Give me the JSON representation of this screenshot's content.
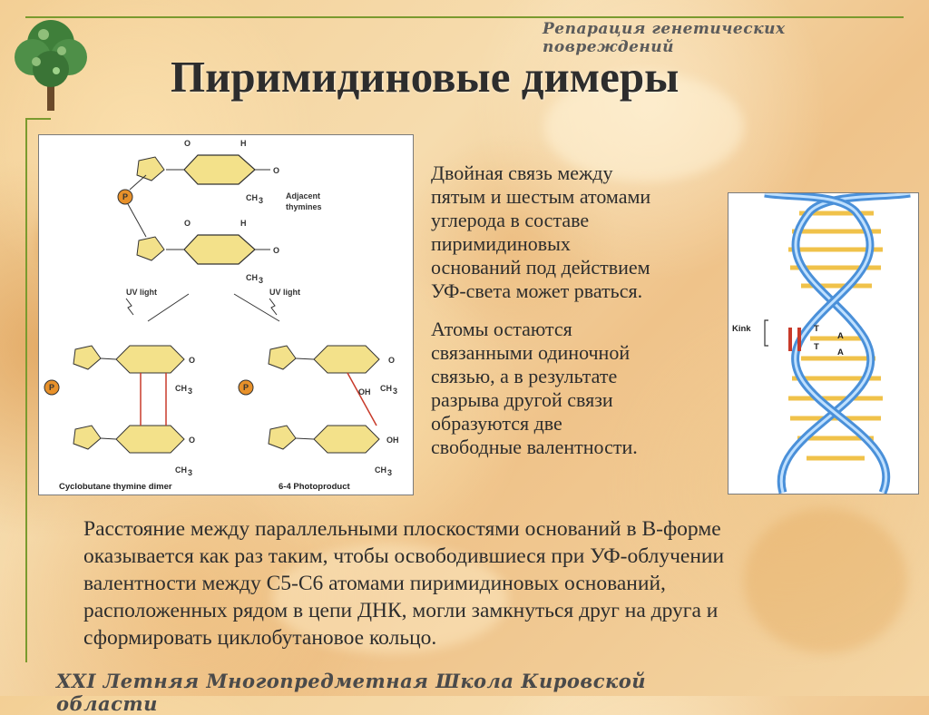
{
  "header": {
    "series_title": "Репарация генетических повреждений"
  },
  "title": "Пиримидиновые димеры",
  "figure_left": {
    "labels": {
      "adjacent_line1": "Adjacent",
      "adjacent_line2": "thymines",
      "uv_left": "UV light",
      "uv_right": "UV light",
      "caption_left": "Cyclobutane thymine dimer",
      "caption_right": "6-4 Photoproduct"
    }
  },
  "figure_right": {
    "kink_label": "Kink",
    "bases": [
      "T",
      "A",
      "T",
      "A"
    ]
  },
  "paragraphs": [
    [
      "Двойная связь между",
      "пятым и шестым атомами",
      "углерода в составе",
      "пиримидиновых",
      "оснований под действием",
      "УФ-света может рваться."
    ],
    [
      "Атомы остаются",
      "связанными одиночной",
      "связью, а в результате",
      "разрыва другой связи",
      "образуются две",
      "свободные валентности."
    ]
  ],
  "bottom_text": [
    "Расстояние между параллельными плоскостями оснований в В-форме",
    "оказывается как раз таким, чтобы освободившиеся при УФ-облучении",
    "валентности между С5-С6 атомами пиримидиновых оснований,",
    "расположенных рядом в цепи ДНК, могли замкнуться друг на друга и",
    "сформировать циклобутановое кольцо."
  ],
  "footer": "XXI Летняя Многопредметная Школа Кировской области",
  "colors": {
    "accent_green": "#7a9a2e",
    "ring_fill": "#f3e18a",
    "phosphate": "#e8912a",
    "helix_blue": "#4a90d9",
    "dimer_red": "#c83a2a"
  }
}
